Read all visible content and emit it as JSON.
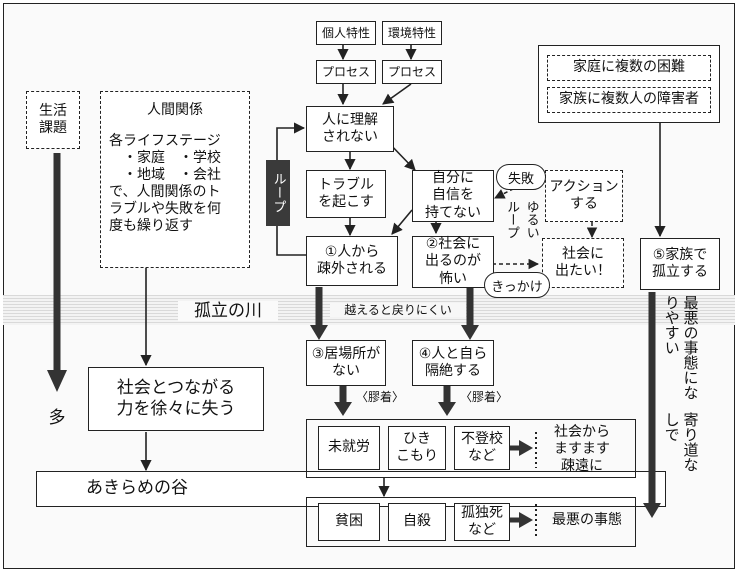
{
  "top": {
    "individual": "個人特性",
    "environment": "環境特性",
    "process": "プロセス"
  },
  "not_understood": [
    "人に理解",
    "されない"
  ],
  "trouble": [
    "トラブル",
    "を起こす"
  ],
  "no_confidence": [
    "自分に",
    "自信を",
    "持てない"
  ],
  "action": [
    "アクション",
    "する"
  ],
  "want_out": [
    "社会に",
    "出たい！"
  ],
  "alienated": [
    "①人から",
    "疎外される"
  ],
  "afraid": [
    "②社会に",
    "出るのが",
    "怖い"
  ],
  "loop": "ループ",
  "failure": "失敗",
  "trigger": "きっかけ",
  "yurui": [
    "ゆる",
    "い",
    "ルー",
    "プ"
  ],
  "family_box": {
    "line1": "家庭に複数の困難",
    "line2": "家族に複数人の障害者"
  },
  "family_isolated": [
    "⑤家族で",
    "孤立する"
  ],
  "side_vertical": [
    "寄り道なしで",
    "最悪の事態になりやすい"
  ],
  "life": [
    "生活",
    "課題"
  ],
  "relations": {
    "title": "人間関係",
    "l1": "各ライフステージ",
    "l2": "・家庭　・学校",
    "l3": "・地域　・会社",
    "l4": "で、人間関係のト",
    "l5": "ラブルや失敗を何",
    "l6": "度も繰り返す"
  },
  "many": "多",
  "lose_connection": [
    "社会とつながる",
    "力を徐々に失う"
  ],
  "river": "孤立の川",
  "hard_to_return": "越えると戻りにくい",
  "no_place": [
    "③居場所が",
    "ない"
  ],
  "cut_off": [
    "④人と自ら",
    "隔絶する"
  ],
  "stuck": "〈膠着〉",
  "stuck_row": {
    "a": "未就労",
    "b": [
      "ひき",
      "こもり"
    ],
    "c": [
      "不登校",
      "など"
    ],
    "result": [
      "社会から",
      "ますます",
      "疎遠に"
    ]
  },
  "valley": "あきらめの谷",
  "worst_row": {
    "a": "貧困",
    "b": "自殺",
    "c": [
      "孤独死",
      "など"
    ],
    "result": "最悪の事態"
  }
}
